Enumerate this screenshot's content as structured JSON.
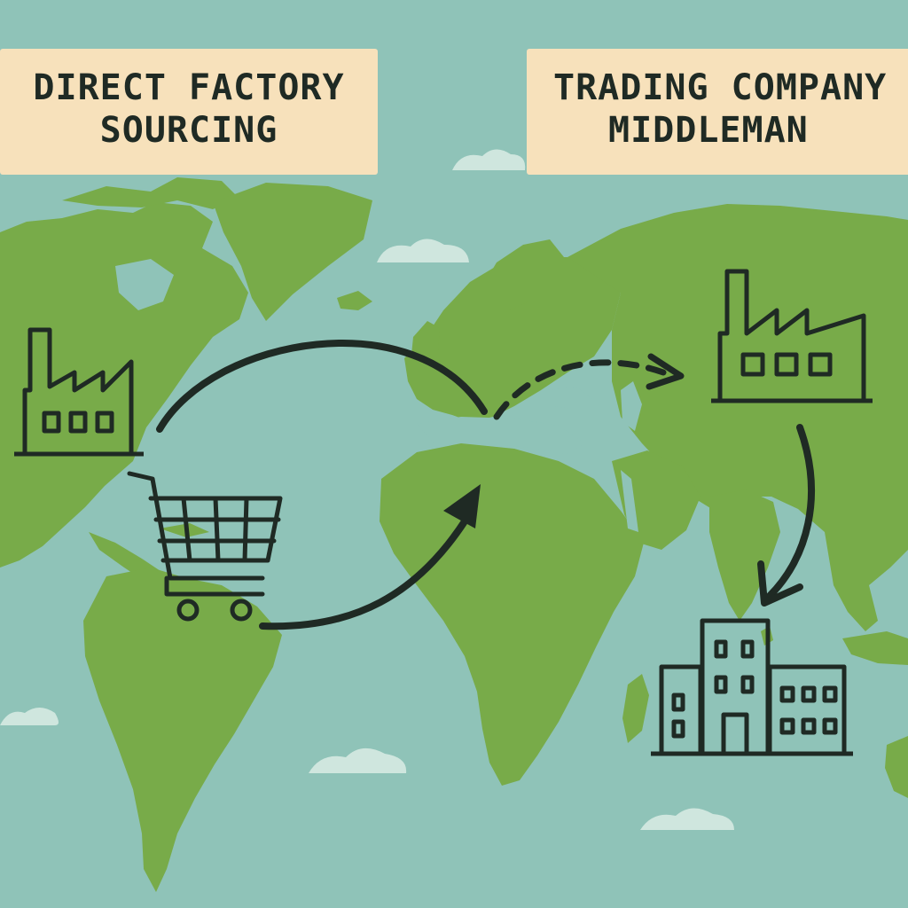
{
  "labels": {
    "direct": {
      "line1": "DIRECT FACTORY",
      "line2": "SOURCING"
    },
    "trading": {
      "line1": "TRADING COMPANY",
      "line2": "MIDDLEMAN"
    }
  },
  "colors": {
    "ocean": "#8fc3b8",
    "land": "#78ab49",
    "label_bg": "#f7e1bb",
    "ink": "#1f2a24",
    "cloud": "#cfe6de"
  },
  "icons": [
    "factory-icon",
    "shopping-cart-icon",
    "office-building-icon"
  ]
}
